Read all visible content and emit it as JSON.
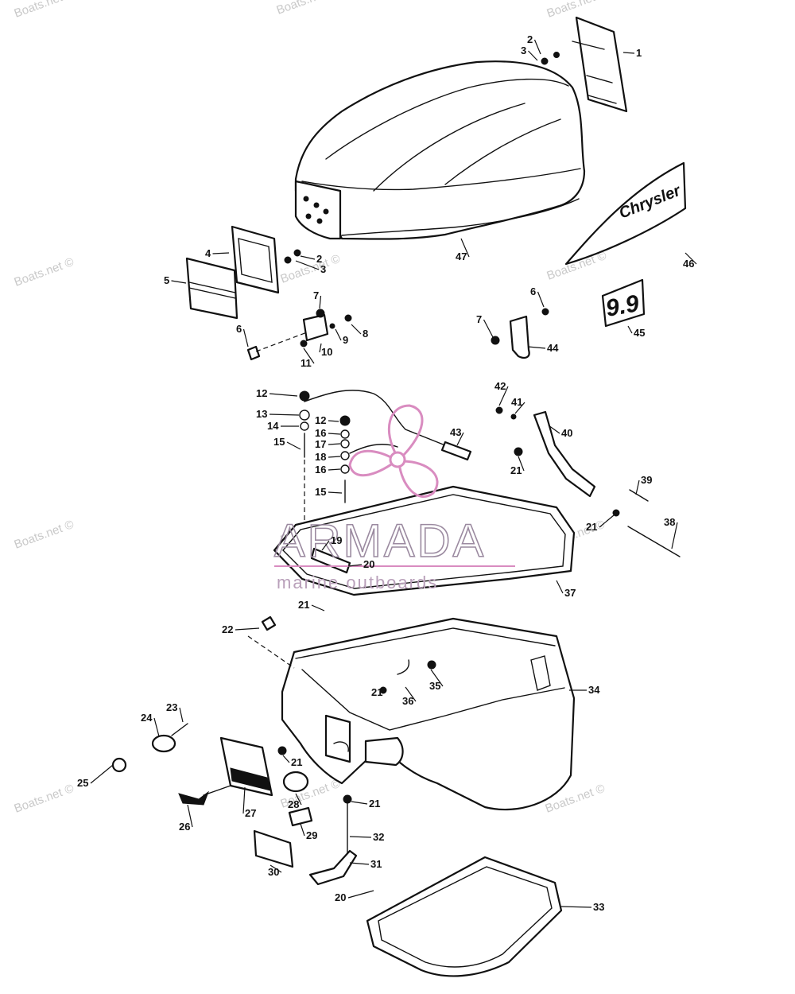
{
  "watermarks": [
    {
      "id": "wm-1",
      "text": "Boats.net ©"
    },
    {
      "id": "wm-2",
      "text": "Boats.net ©"
    },
    {
      "id": "wm-3",
      "text": "Boats.net ©"
    },
    {
      "id": "wm-4",
      "text": "Boats.net ©"
    },
    {
      "id": "wm-5",
      "text": "Boats.net ©"
    },
    {
      "id": "wm-6",
      "text": "Boats.net ©"
    },
    {
      "id": "wm-7",
      "text": "Boats.net ©"
    },
    {
      "id": "wm-8",
      "text": "Boats.net ©"
    },
    {
      "id": "wm-9",
      "text": "Boats.net ©"
    },
    {
      "id": "wm-10",
      "text": "Boats.net ©"
    },
    {
      "id": "wm-11",
      "text": "Boats.net ©"
    },
    {
      "id": "wm-12",
      "text": "Boats.n"
    }
  ],
  "logo": {
    "name": "ARMADA",
    "tagline": "marine outboards",
    "color": "#d98cc0"
  },
  "decals": {
    "brand": "Chrysler",
    "model_number": "9.9"
  },
  "callouts": [
    {
      "id": "c1",
      "text": "1"
    },
    {
      "id": "c2",
      "text": "2"
    },
    {
      "id": "c3",
      "text": "3"
    },
    {
      "id": "c2b",
      "text": "2"
    },
    {
      "id": "c3b",
      "text": "3"
    },
    {
      "id": "c4",
      "text": "4"
    },
    {
      "id": "c5",
      "text": "5"
    },
    {
      "id": "c6",
      "text": "6"
    },
    {
      "id": "c7",
      "text": "7"
    },
    {
      "id": "c8",
      "text": "8"
    },
    {
      "id": "c9",
      "text": "9"
    },
    {
      "id": "c10",
      "text": "10"
    },
    {
      "id": "c11",
      "text": "11"
    },
    {
      "id": "c12",
      "text": "12"
    },
    {
      "id": "c13",
      "text": "13"
    },
    {
      "id": "c14",
      "text": "14"
    },
    {
      "id": "c15",
      "text": "15"
    },
    {
      "id": "c12b",
      "text": "12"
    },
    {
      "id": "c16",
      "text": "16"
    },
    {
      "id": "c17",
      "text": "17"
    },
    {
      "id": "c18",
      "text": "18"
    },
    {
      "id": "c16b",
      "text": "16"
    },
    {
      "id": "c15b",
      "text": "15"
    },
    {
      "id": "c19",
      "text": "19"
    },
    {
      "id": "c20",
      "text": "20"
    },
    {
      "id": "c21",
      "text": "21"
    },
    {
      "id": "c22",
      "text": "22"
    },
    {
      "id": "c23",
      "text": "23"
    },
    {
      "id": "c24",
      "text": "24"
    },
    {
      "id": "c25",
      "text": "25"
    },
    {
      "id": "c26",
      "text": "26"
    },
    {
      "id": "c27",
      "text": "27"
    },
    {
      "id": "c28",
      "text": "28"
    },
    {
      "id": "c29",
      "text": "29"
    },
    {
      "id": "c30",
      "text": "30"
    },
    {
      "id": "c20b",
      "text": "20"
    },
    {
      "id": "c31",
      "text": "31"
    },
    {
      "id": "c32",
      "text": "32"
    },
    {
      "id": "c21b",
      "text": "21"
    },
    {
      "id": "c21c",
      "text": "21"
    },
    {
      "id": "c21d",
      "text": "21"
    },
    {
      "id": "c33",
      "text": "33"
    },
    {
      "id": "c34",
      "text": "34"
    },
    {
      "id": "c35",
      "text": "35"
    },
    {
      "id": "c36",
      "text": "36"
    },
    {
      "id": "c37",
      "text": "37"
    },
    {
      "id": "c38",
      "text": "38"
    },
    {
      "id": "c21e",
      "text": "21"
    },
    {
      "id": "c39",
      "text": "39"
    },
    {
      "id": "c21f",
      "text": "21"
    },
    {
      "id": "c40",
      "text": "40"
    },
    {
      "id": "c41",
      "text": "41"
    },
    {
      "id": "c42",
      "text": "42"
    },
    {
      "id": "c43",
      "text": "43"
    },
    {
      "id": "c7b",
      "text": "7"
    },
    {
      "id": "c6b",
      "text": "6"
    },
    {
      "id": "c44",
      "text": "44"
    },
    {
      "id": "c45",
      "text": "45"
    },
    {
      "id": "c46",
      "text": "46"
    },
    {
      "id": "c47",
      "text": "47"
    }
  ]
}
